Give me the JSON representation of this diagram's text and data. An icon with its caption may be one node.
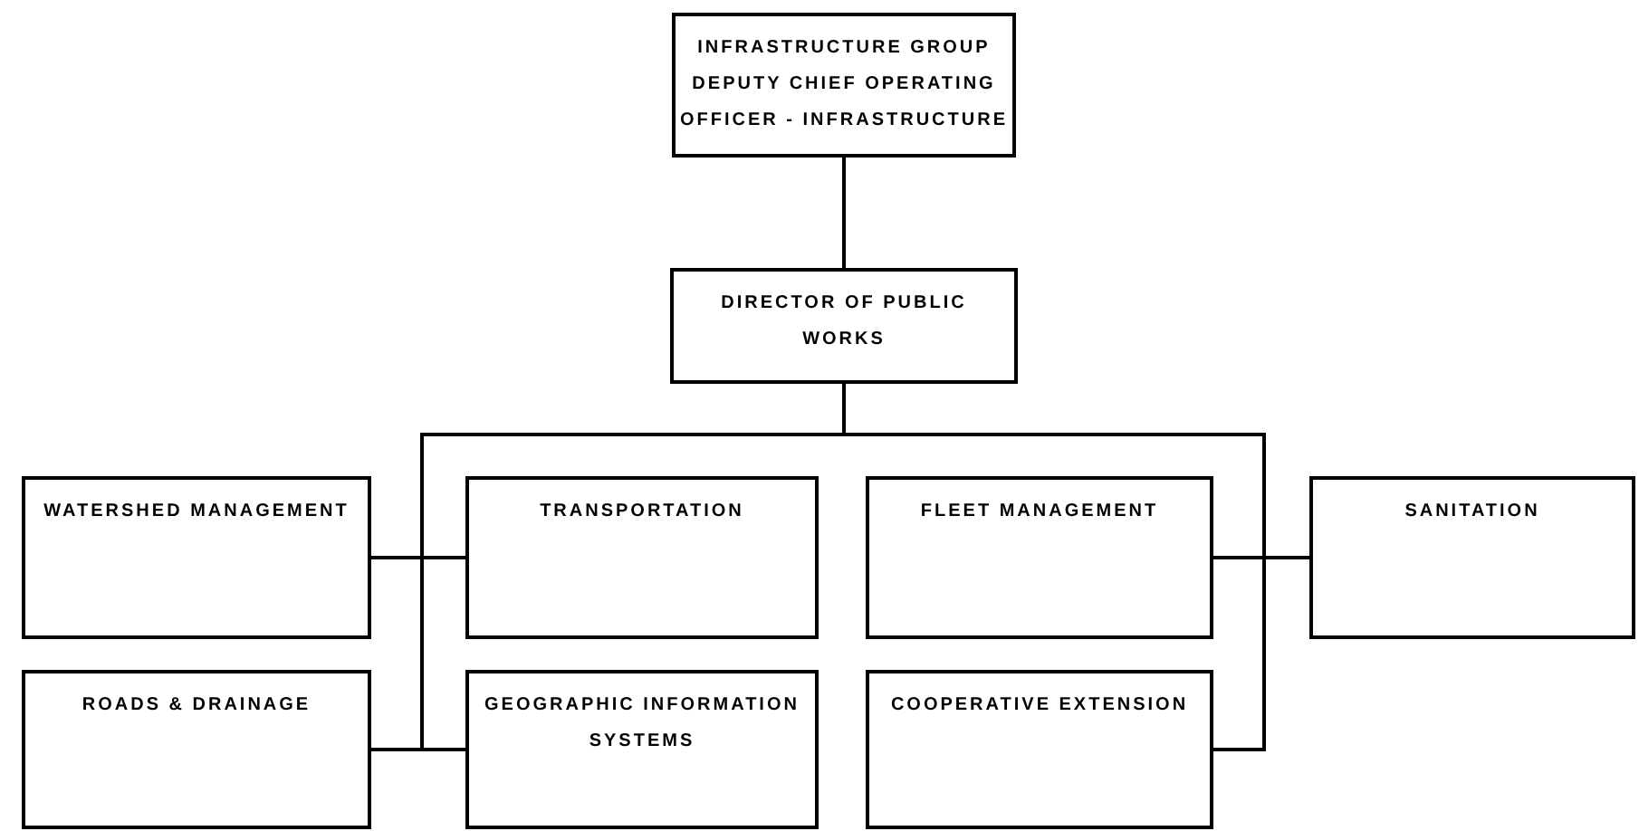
{
  "diagram": {
    "nodes": [
      {
        "text": [
          "INFRASTRUCTURE GROUP DEPUTY CHIEF OPERATING OFFICER - INFRASTRUCTURE"
        ]
      },
      {
        "text": [
          "DIRECTOR OF PUBLIC WORKS"
        ]
      },
      {
        "text": [
          "WATERSHED MANAGEMENT"
        ]
      },
      {
        "text": [
          "TRANSPORTATION"
        ]
      },
      {
        "text": [
          "FLEET MANAGEMENT"
        ]
      },
      {
        "text": [
          "SANITATION"
        ]
      },
      {
        "text": [
          "ROADS & DRAINAGE"
        ]
      },
      {
        "text": [
          "GEOGRAPHIC INFORMATION SYSTEMS"
        ]
      },
      {
        "text": [
          "COOPERATIVE EXTENSION"
        ]
      }
    ],
    "edges": [
      {
        "from": 0,
        "to": 1,
        "arrow": "none"
      },
      {
        "from": 1,
        "to": 2,
        "arrow": "none"
      },
      {
        "from": 1,
        "to": 3,
        "arrow": "none"
      },
      {
        "from": 1,
        "to": 4,
        "arrow": "none"
      },
      {
        "from": 1,
        "to": 5,
        "arrow": "none"
      },
      {
        "from": 1,
        "to": 6,
        "arrow": "none"
      },
      {
        "from": 1,
        "to": 7,
        "arrow": "none"
      },
      {
        "from": 1,
        "to": 8,
        "arrow": "none"
      }
    ]
  }
}
